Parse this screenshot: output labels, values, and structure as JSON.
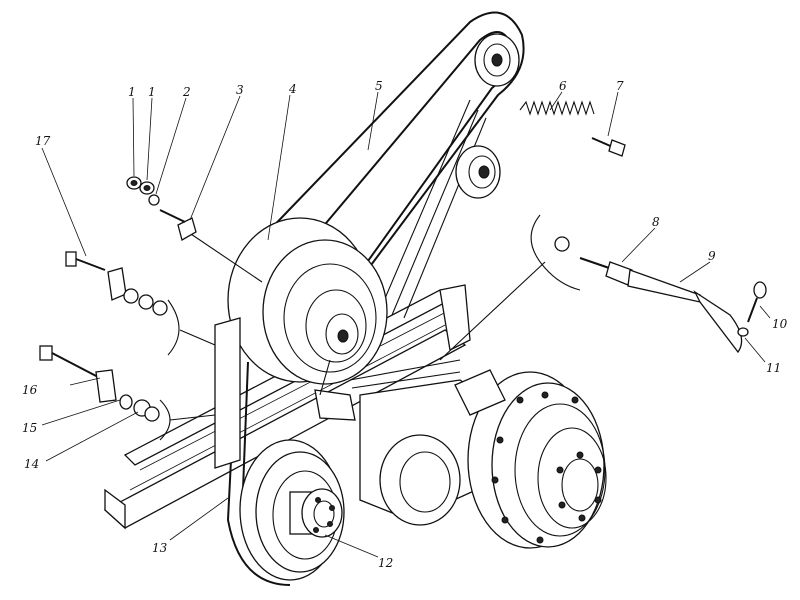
{
  "diagram": {
    "callouts": [
      {
        "id": "c1a",
        "text": "1"
      },
      {
        "id": "c1b",
        "text": "1"
      },
      {
        "id": "c2",
        "text": "2"
      },
      {
        "id": "c3",
        "text": "3"
      },
      {
        "id": "c4",
        "text": "4"
      },
      {
        "id": "c5",
        "text": "5"
      },
      {
        "id": "c6",
        "text": "6"
      },
      {
        "id": "c7",
        "text": "7"
      },
      {
        "id": "c8",
        "text": "8"
      },
      {
        "id": "c9",
        "text": "9"
      },
      {
        "id": "c10",
        "text": "10"
      },
      {
        "id": "c11",
        "text": "11"
      },
      {
        "id": "c12",
        "text": "12"
      },
      {
        "id": "c13",
        "text": "13"
      },
      {
        "id": "c14",
        "text": "14"
      },
      {
        "id": "c15",
        "text": "15"
      },
      {
        "id": "c16",
        "text": "16"
      },
      {
        "id": "c17",
        "text": "17"
      }
    ]
  }
}
